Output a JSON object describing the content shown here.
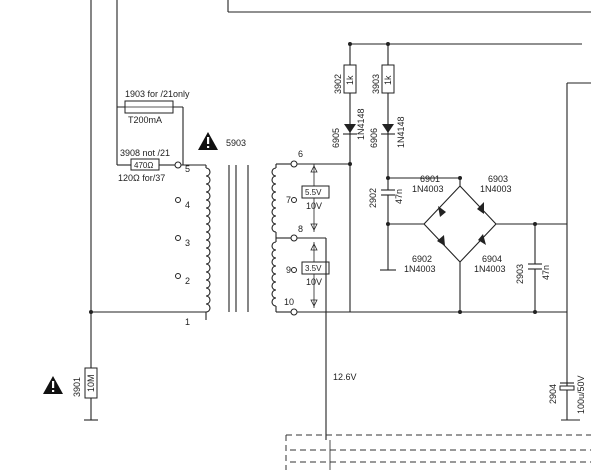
{
  "components": {
    "r3902": {
      "ref": "3902",
      "value": "1k"
    },
    "r3903": {
      "ref": "3903",
      "value": "1k"
    },
    "d6905": {
      "ref": "6905",
      "value": "1N4148"
    },
    "d6906": {
      "ref": "6906",
      "value": "1N4148"
    },
    "c2902": {
      "ref": "2902",
      "value": "47n"
    },
    "d6901": {
      "ref": "6901",
      "value": "1N4003"
    },
    "d6902": {
      "ref": "6902",
      "value": "1N4003"
    },
    "d6903": {
      "ref": "6903",
      "value": "1N4003"
    },
    "d6904": {
      "ref": "6904",
      "value": "1N4003"
    },
    "c2903": {
      "ref": "2903",
      "value": "47n"
    },
    "c2904": {
      "ref": "2904",
      "value": "100u/50V"
    },
    "r3901": {
      "ref": "3901",
      "value": "10M"
    },
    "f1903": {
      "label": "1903 for /21only",
      "value": "T200mA"
    },
    "r3908": {
      "label": "3908 not /21",
      "value": "470Ω",
      "note": "120Ω for/37"
    },
    "t5903": {
      "ref": "5903"
    }
  },
  "pins": {
    "primary": [
      "5",
      "4",
      "3",
      "2",
      "1"
    ],
    "secondary": [
      "6",
      "7",
      "8",
      "9",
      "10"
    ]
  },
  "voltages": {
    "v7_box": "5.5V",
    "v7_text": "10V",
    "v9_box": "3.5V",
    "v9_text": "10V",
    "net": "12.6V"
  }
}
